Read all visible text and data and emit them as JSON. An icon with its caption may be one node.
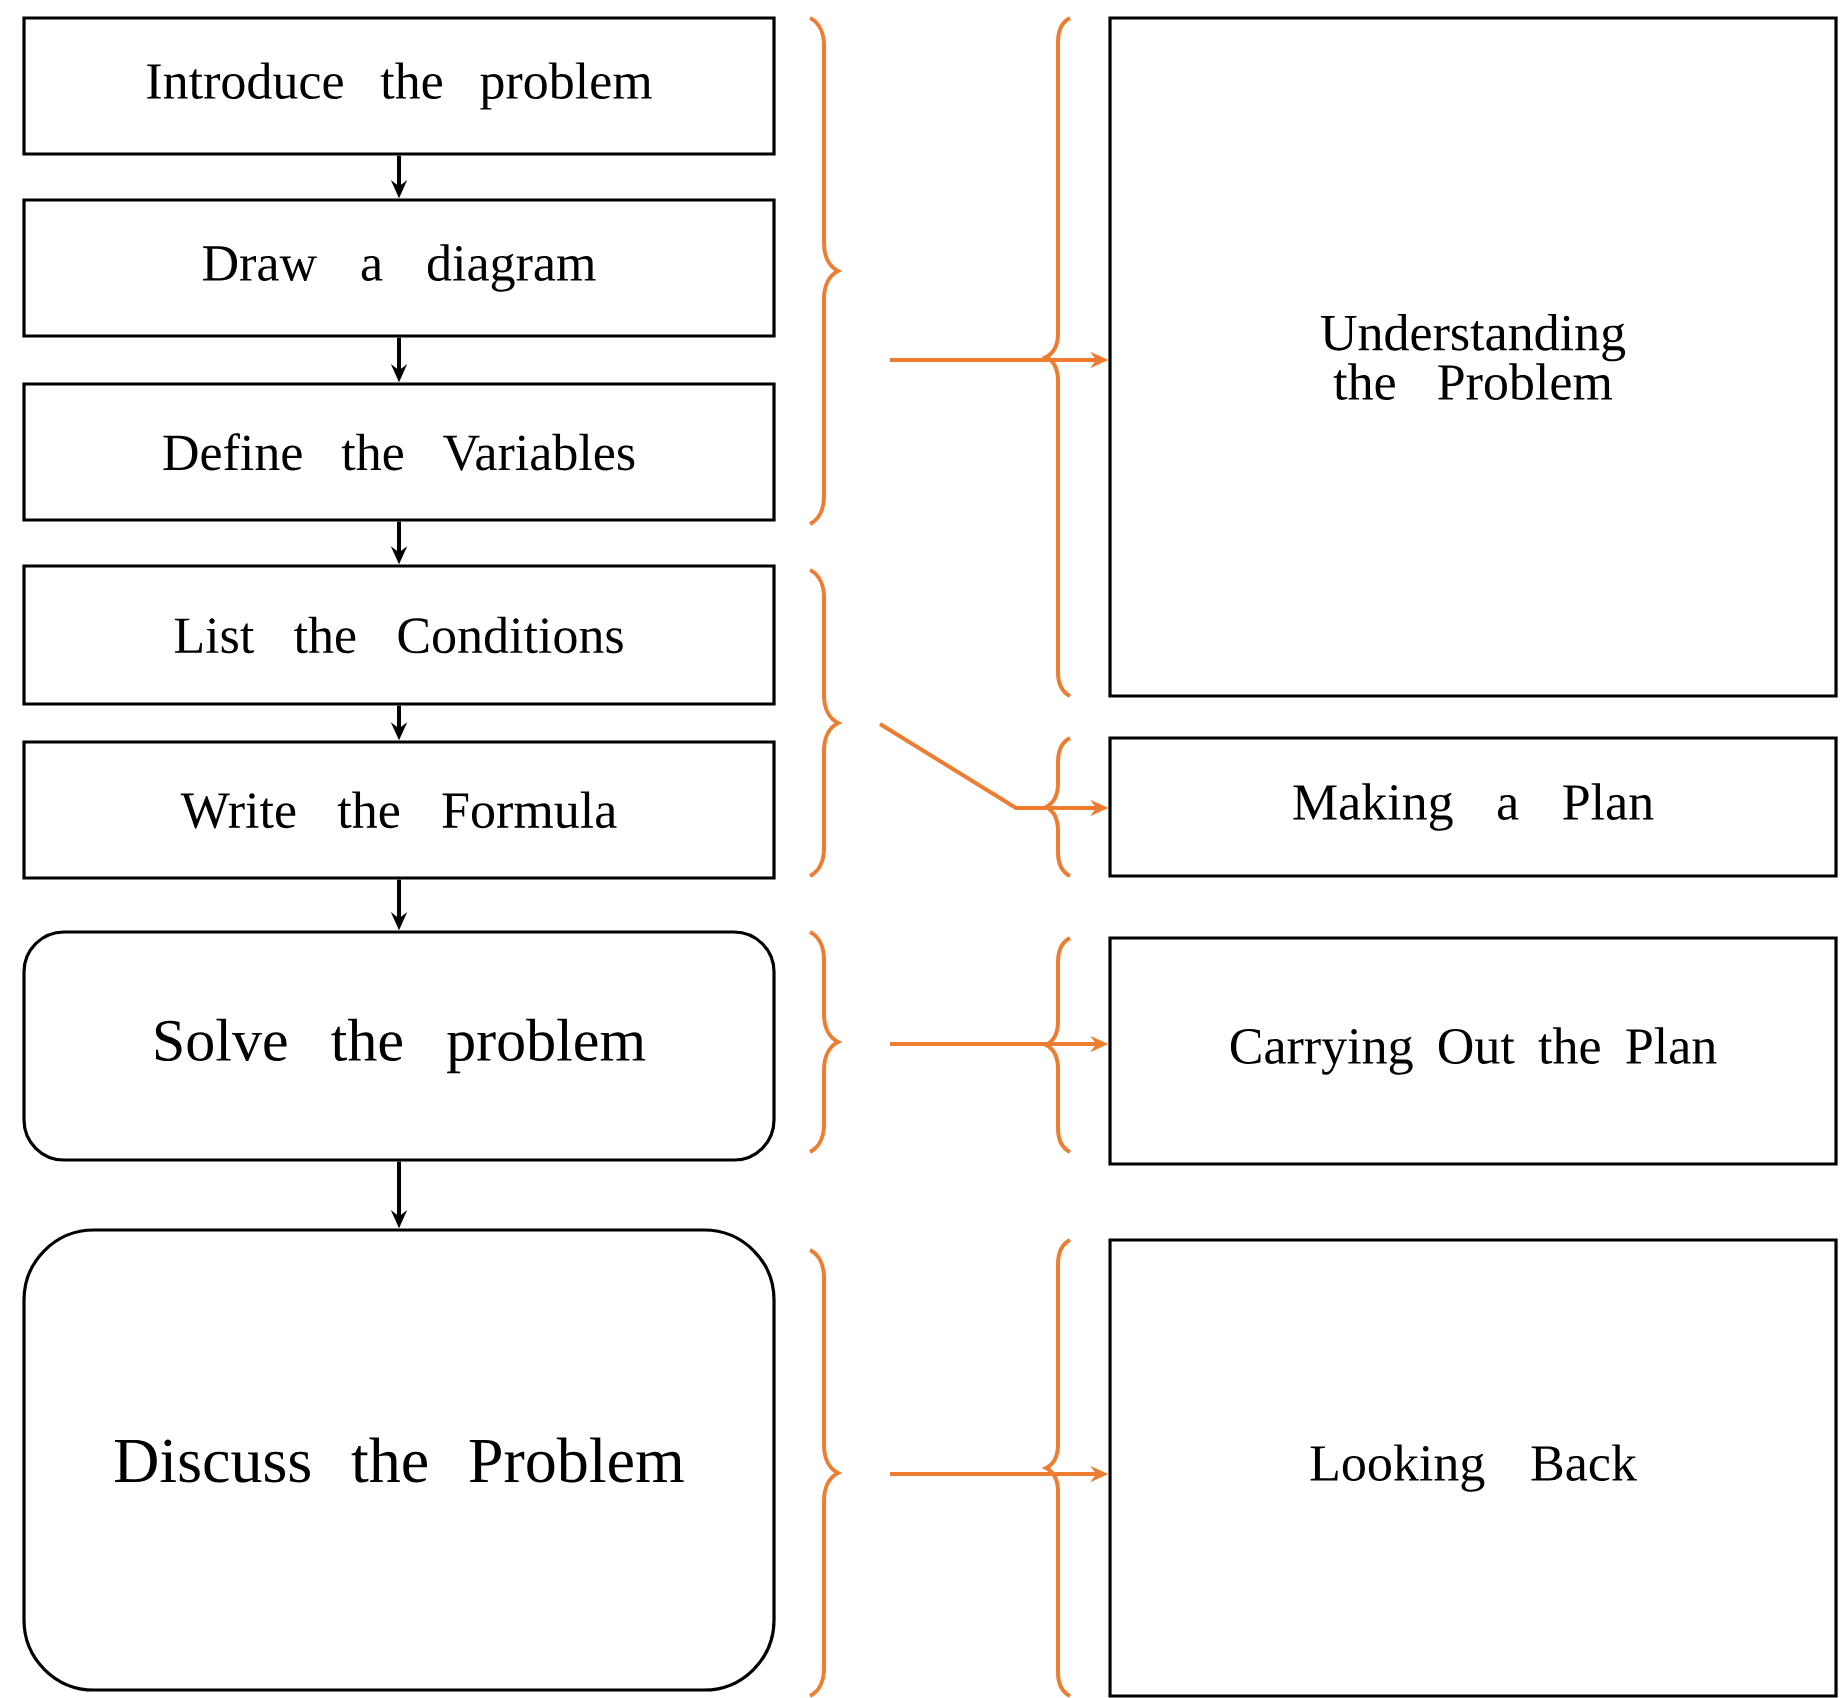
{
  "diagram": {
    "nodes": [
      {
        "text": [
          "Introduce the problem"
        ]
      },
      {
        "text": [
          "Draw a diagram"
        ]
      },
      {
        "text": [
          "Define the Variables"
        ]
      },
      {
        "text": [
          "List the Conditions"
        ]
      },
      {
        "text": [
          "Write the Formula"
        ]
      },
      {
        "text": [
          "Solve the problem"
        ]
      },
      {
        "text": [
          "Discuss the Problem"
        ]
      },
      {
        "text": [
          "Understanding the Problem"
        ]
      },
      {
        "text": [
          "Making a Plan"
        ]
      },
      {
        "text": [
          "Carrying Out the Plan"
        ]
      },
      {
        "text": [
          "Looking Back"
        ]
      }
    ],
    "edges": [
      {
        "from": 0,
        "to": 1,
        "arrow": "to"
      },
      {
        "from": 1,
        "to": 2,
        "arrow": "to"
      },
      {
        "from": 2,
        "to": 3,
        "arrow": "to"
      },
      {
        "from": 3,
        "to": 4,
        "arrow": "to"
      },
      {
        "from": 4,
        "to": 5,
        "arrow": "to"
      },
      {
        "from": 5,
        "to": 6,
        "arrow": "to"
      },
      {
        "from": null,
        "to": 7,
        "arrow": "to",
        "color": "#ed7d31"
      },
      {
        "from": null,
        "to": 8,
        "arrow": "to",
        "color": "#ed7d31"
      },
      {
        "from": null,
        "to": 9,
        "arrow": "to",
        "color": "#ed7d31"
      },
      {
        "from": null,
        "to": 10,
        "arrow": "to",
        "color": "#ed7d31"
      }
    ]
  }
}
